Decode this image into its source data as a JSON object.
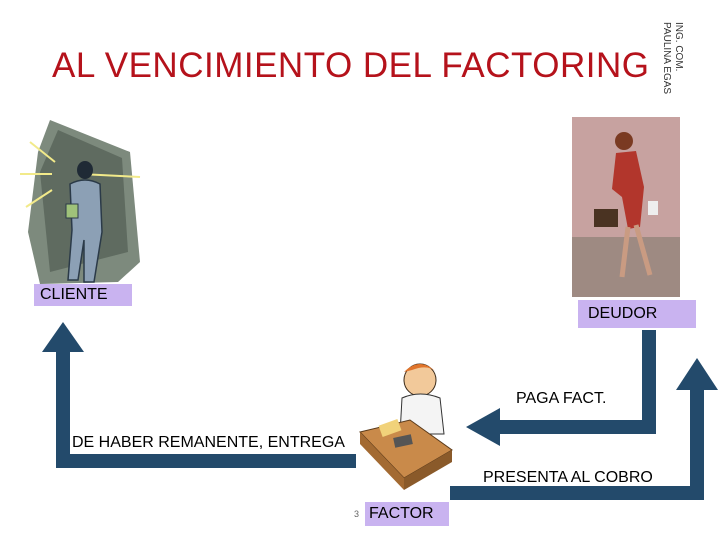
{
  "title": "AL VENCIMIENTO DEL FACTORING",
  "side_note": [
    "ING. COM.",
    "PAULINA EGAS"
  ],
  "parties": {
    "cliente": "CLIENTE",
    "deudor": "DEUDOR",
    "factor": "FACTOR"
  },
  "flows": {
    "paga": "PAGA FACT.",
    "remanente": "DE HABER REMANENTE, ENTREGA",
    "presenta": "PRESENTA AL COBRO"
  },
  "slide_number": "3",
  "colors": {
    "title": "#b5121b",
    "arrow": "#234a6b",
    "label_box": "#c9b3f0"
  }
}
